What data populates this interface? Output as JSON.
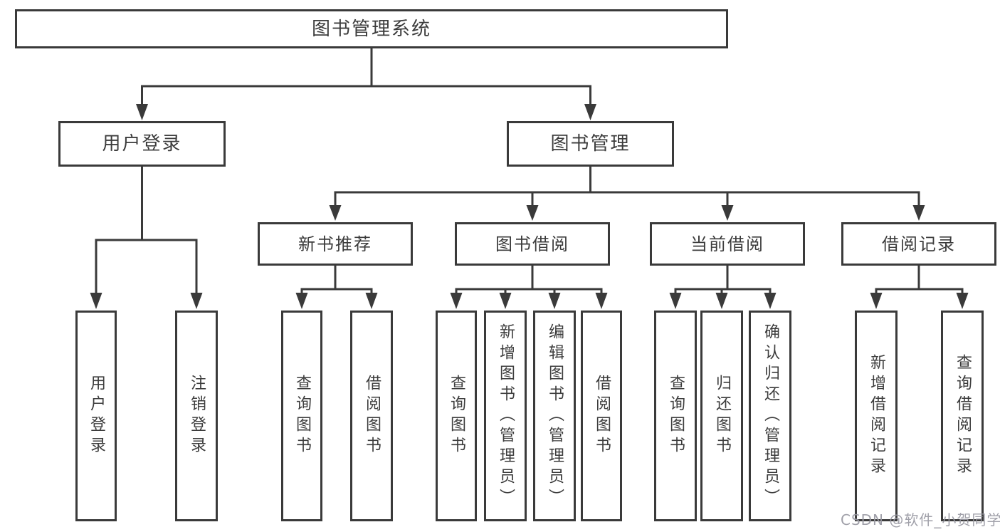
{
  "tree": {
    "root": "图书管理系统",
    "children": [
      {
        "label": "用户登录",
        "children": [
          "用户登录",
          "注销登录"
        ]
      },
      {
        "label": "图书管理",
        "children": [
          {
            "label": "新书推荐",
            "children": [
              "查询图书",
              "借阅图书"
            ]
          },
          {
            "label": "图书借阅",
            "children": [
              "查询图书",
              "新增图书（管理员）",
              "编辑图书（管理员）",
              "借阅图书"
            ]
          },
          {
            "label": "当前借阅",
            "children": [
              "查询图书",
              "归还图书",
              "确认归还（管理员）"
            ]
          },
          {
            "label": "借阅记录",
            "children": [
              "新增借阅记录",
              "查询借阅记录"
            ]
          }
        ]
      }
    ]
  },
  "colors": {
    "line": "#3a3a3a",
    "text": "#3c3c3c",
    "box_background": "#ffffff",
    "watermark": "#9898a2"
  },
  "watermark": {
    "text": "CSDN @软件_小贺同学"
  }
}
